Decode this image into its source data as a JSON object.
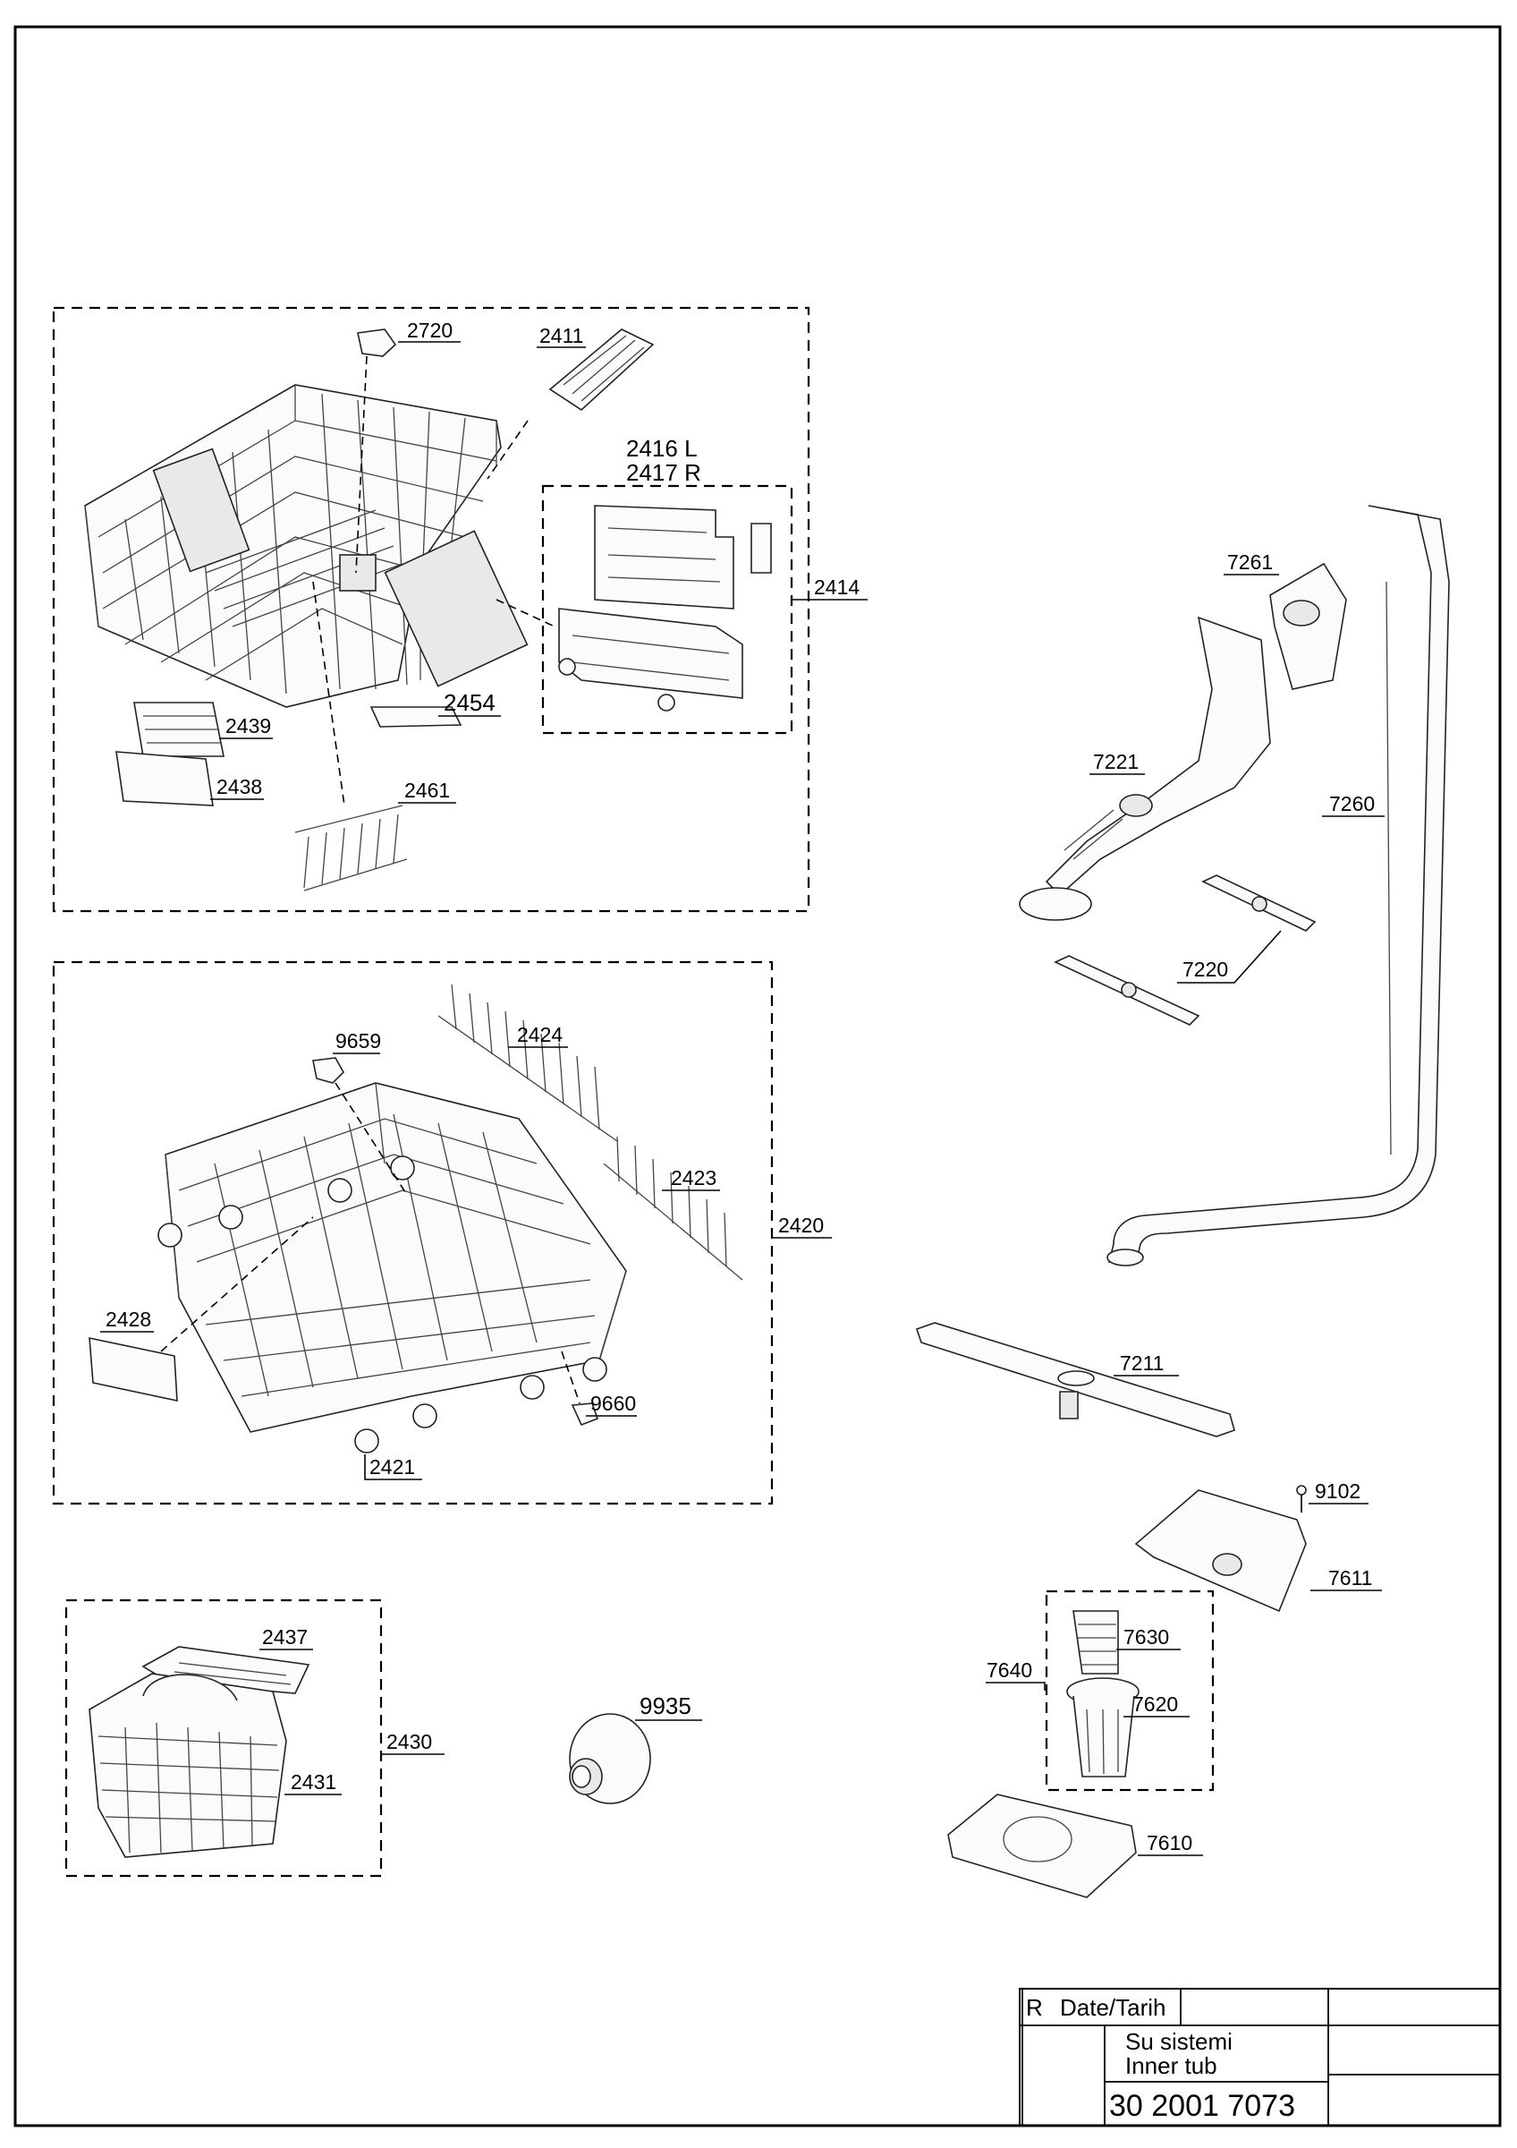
{
  "labels": {
    "p2720": "2720",
    "p2411": "2411",
    "p2416": "2416 L",
    "p2417": "2417 R",
    "p2414": "2414",
    "p2454": "2454",
    "p2439": "2439",
    "p2438": "2438",
    "p2461": "2461",
    "p2424": "2424",
    "p9659": "9659",
    "p2423": "2423",
    "p2420": "2420",
    "p2428": "2428",
    "p9660": "9660",
    "p2421": "2421",
    "p2437": "2437",
    "p2430": "2430",
    "p2431": "2431",
    "p9935": "9935",
    "p7261": "7261",
    "p7221": "7221",
    "p7260": "7260",
    "p7220": "7220",
    "p7211": "7211",
    "p9102": "9102",
    "p7611": "7611",
    "p7630": "7630",
    "p7640": "7640",
    "p7620": "7620",
    "p7610": "7610"
  },
  "title_block": {
    "rev": "R",
    "date_label": "Date/Tarih",
    "title_tr": "Su sistemi",
    "title_en": "Inner tub",
    "code": "30 2001 7073"
  }
}
